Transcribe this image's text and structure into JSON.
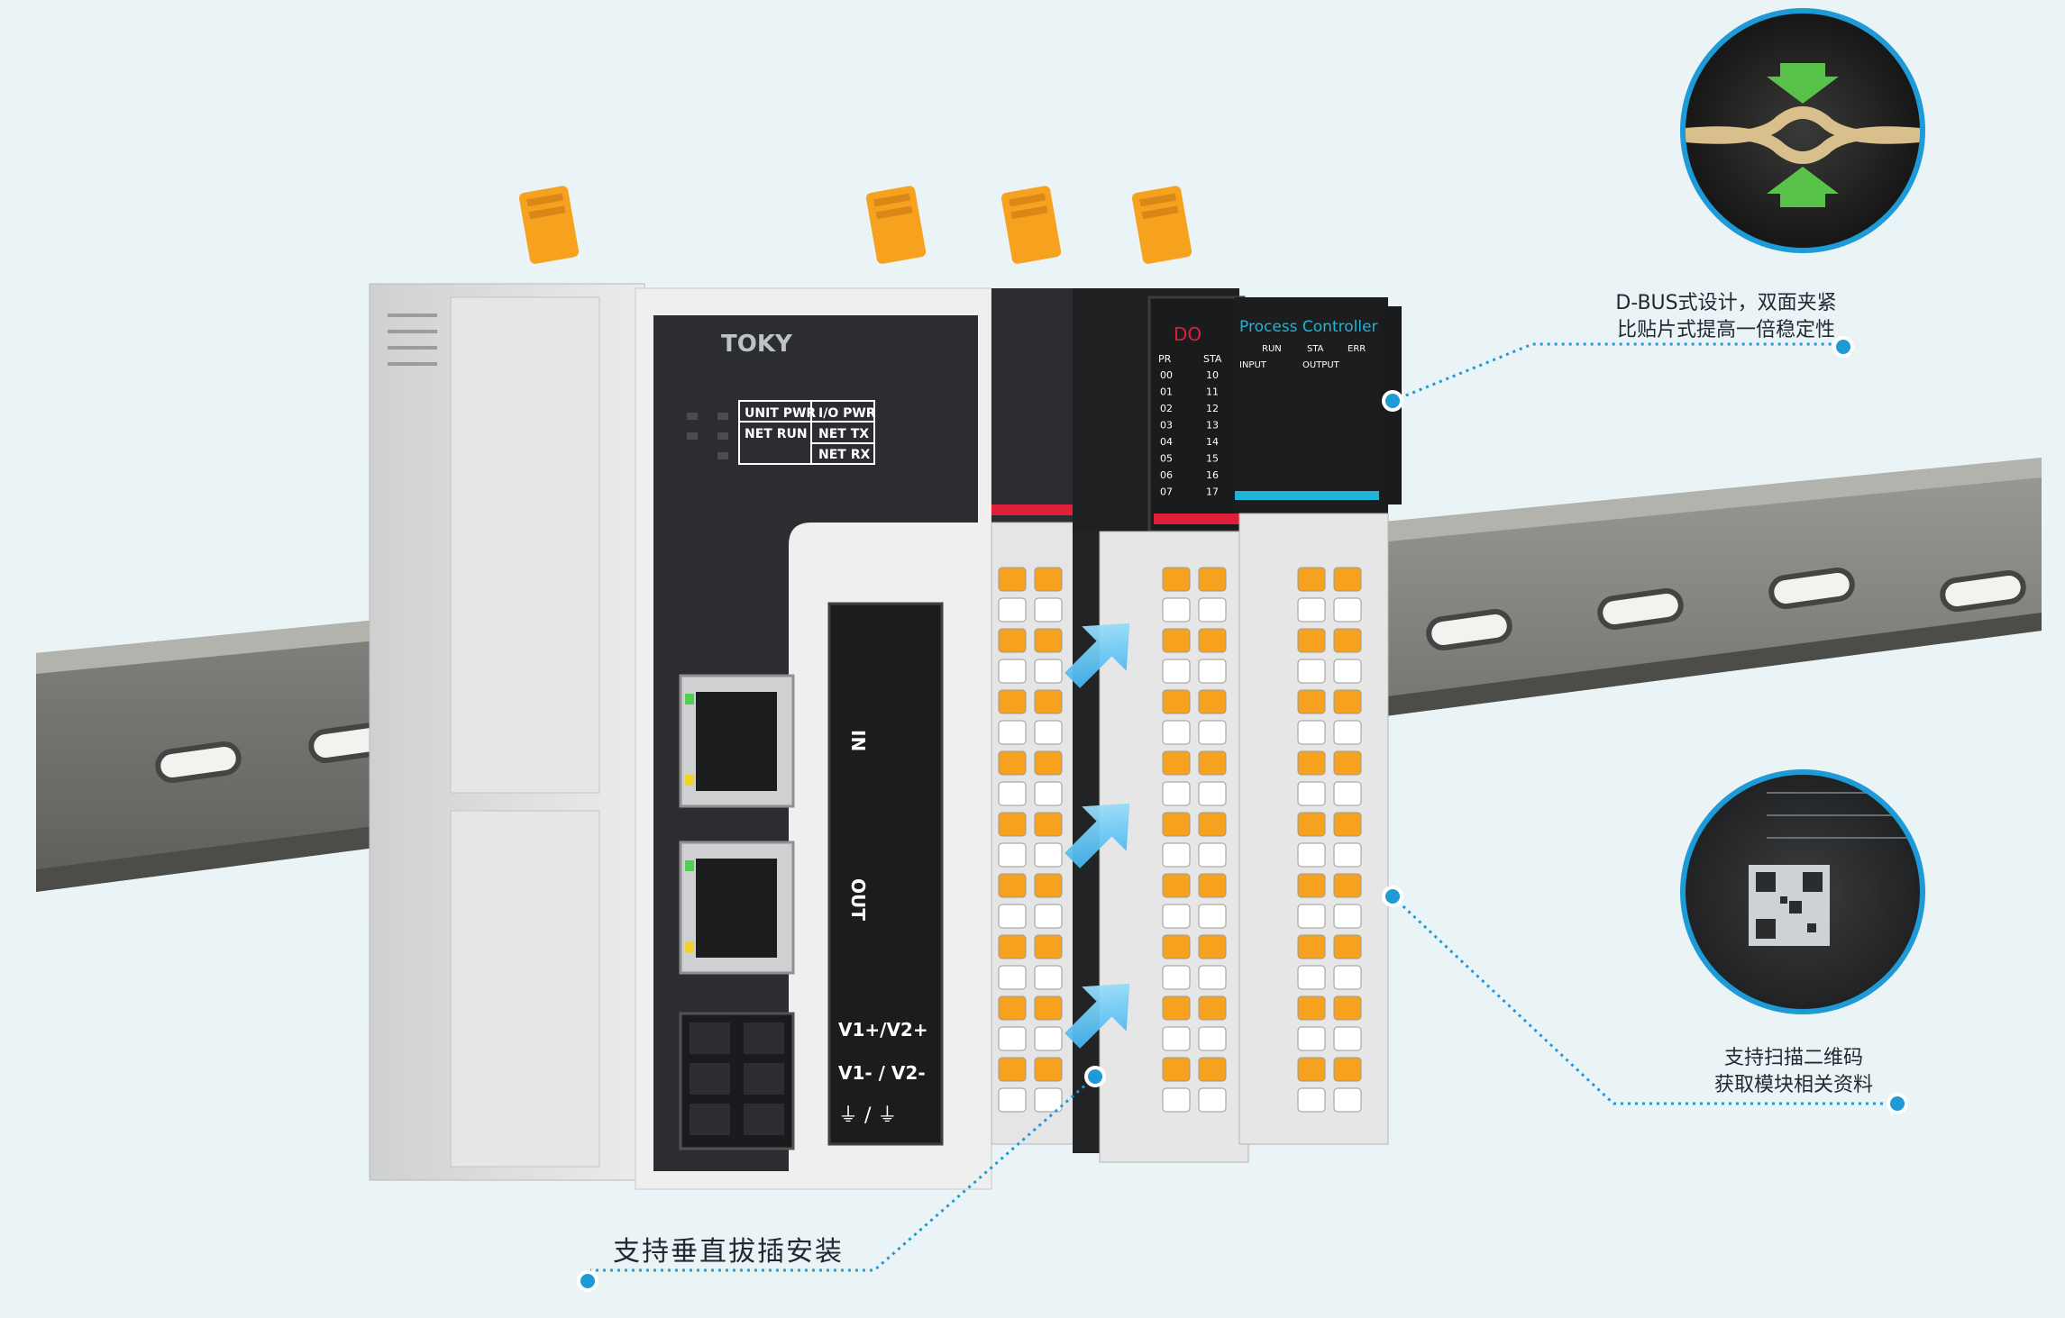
{
  "device": {
    "brand": "TOKY",
    "indicators": {
      "unit_pwr": "UNIT PWR",
      "io_pwr": "I/O PWR",
      "net_run": "NET RUN",
      "net_tx": "NET TX",
      "net_rx": "NET RX"
    },
    "port_in": "IN",
    "port_out": "OUT",
    "power_label_1": "V1+/V2+",
    "power_label_2": "V1- / V2-"
  },
  "do_module": {
    "title": "DO",
    "col_pr": "PR",
    "col_sta": "STA",
    "left_channels": [
      "00",
      "01",
      "02",
      "03",
      "04",
      "05",
      "06",
      "07"
    ],
    "right_channels": [
      "10",
      "11",
      "12",
      "13",
      "14",
      "15",
      "16",
      "17"
    ]
  },
  "process_module": {
    "title": "Process Controller",
    "run": "RUN",
    "sta": "STA",
    "err": "ERR",
    "input": "INPUT",
    "output": "OUTPUT"
  },
  "callouts": {
    "dbus": [
      "D-BUS式设计，双面夹紧",
      "比贴片式提高一倍稳定性"
    ],
    "qr": [
      "支持扫描二维码",
      "获取模块相关资料"
    ],
    "vertical": "支持垂直拔插安装"
  },
  "colors": {
    "background": "#eaf3f5",
    "callout_ring": "#1e9ad6",
    "latch_orange": "#f7a21e",
    "module_dark": "#2b2d30",
    "housing_grey": "#d9dadb",
    "accent_red": "#e0203a",
    "accent_cyan": "#20b4d6"
  }
}
